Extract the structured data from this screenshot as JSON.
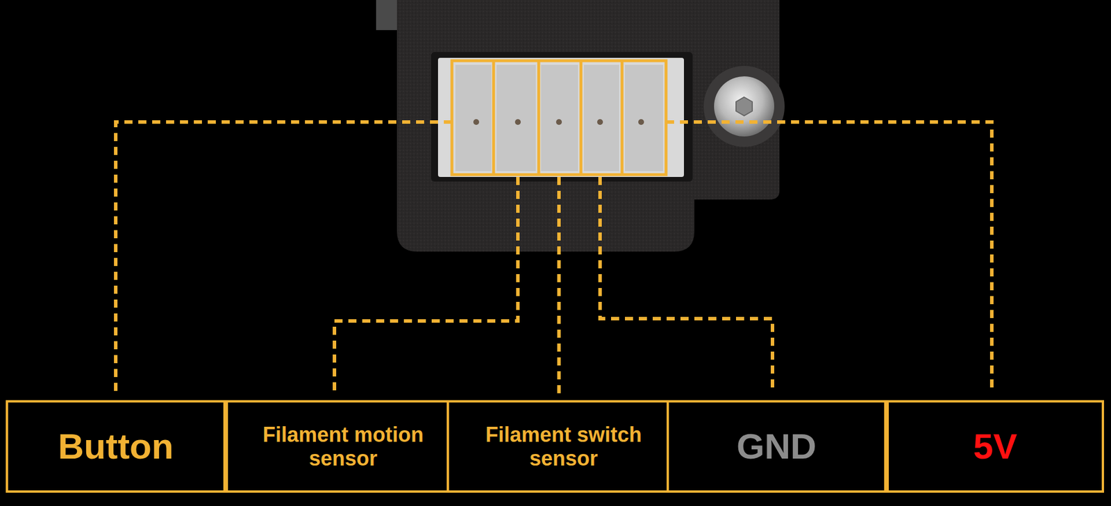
{
  "diagram": {
    "nodes": [
      {
        "text": [
          "Button"
        ]
      },
      {
        "text": [
          "Filament motion sensor"
        ]
      },
      {
        "text": [
          "Filament switch sensor"
        ]
      },
      {
        "text": [
          "GND"
        ]
      },
      {
        "text": [
          "5V"
        ]
      }
    ]
  }
}
